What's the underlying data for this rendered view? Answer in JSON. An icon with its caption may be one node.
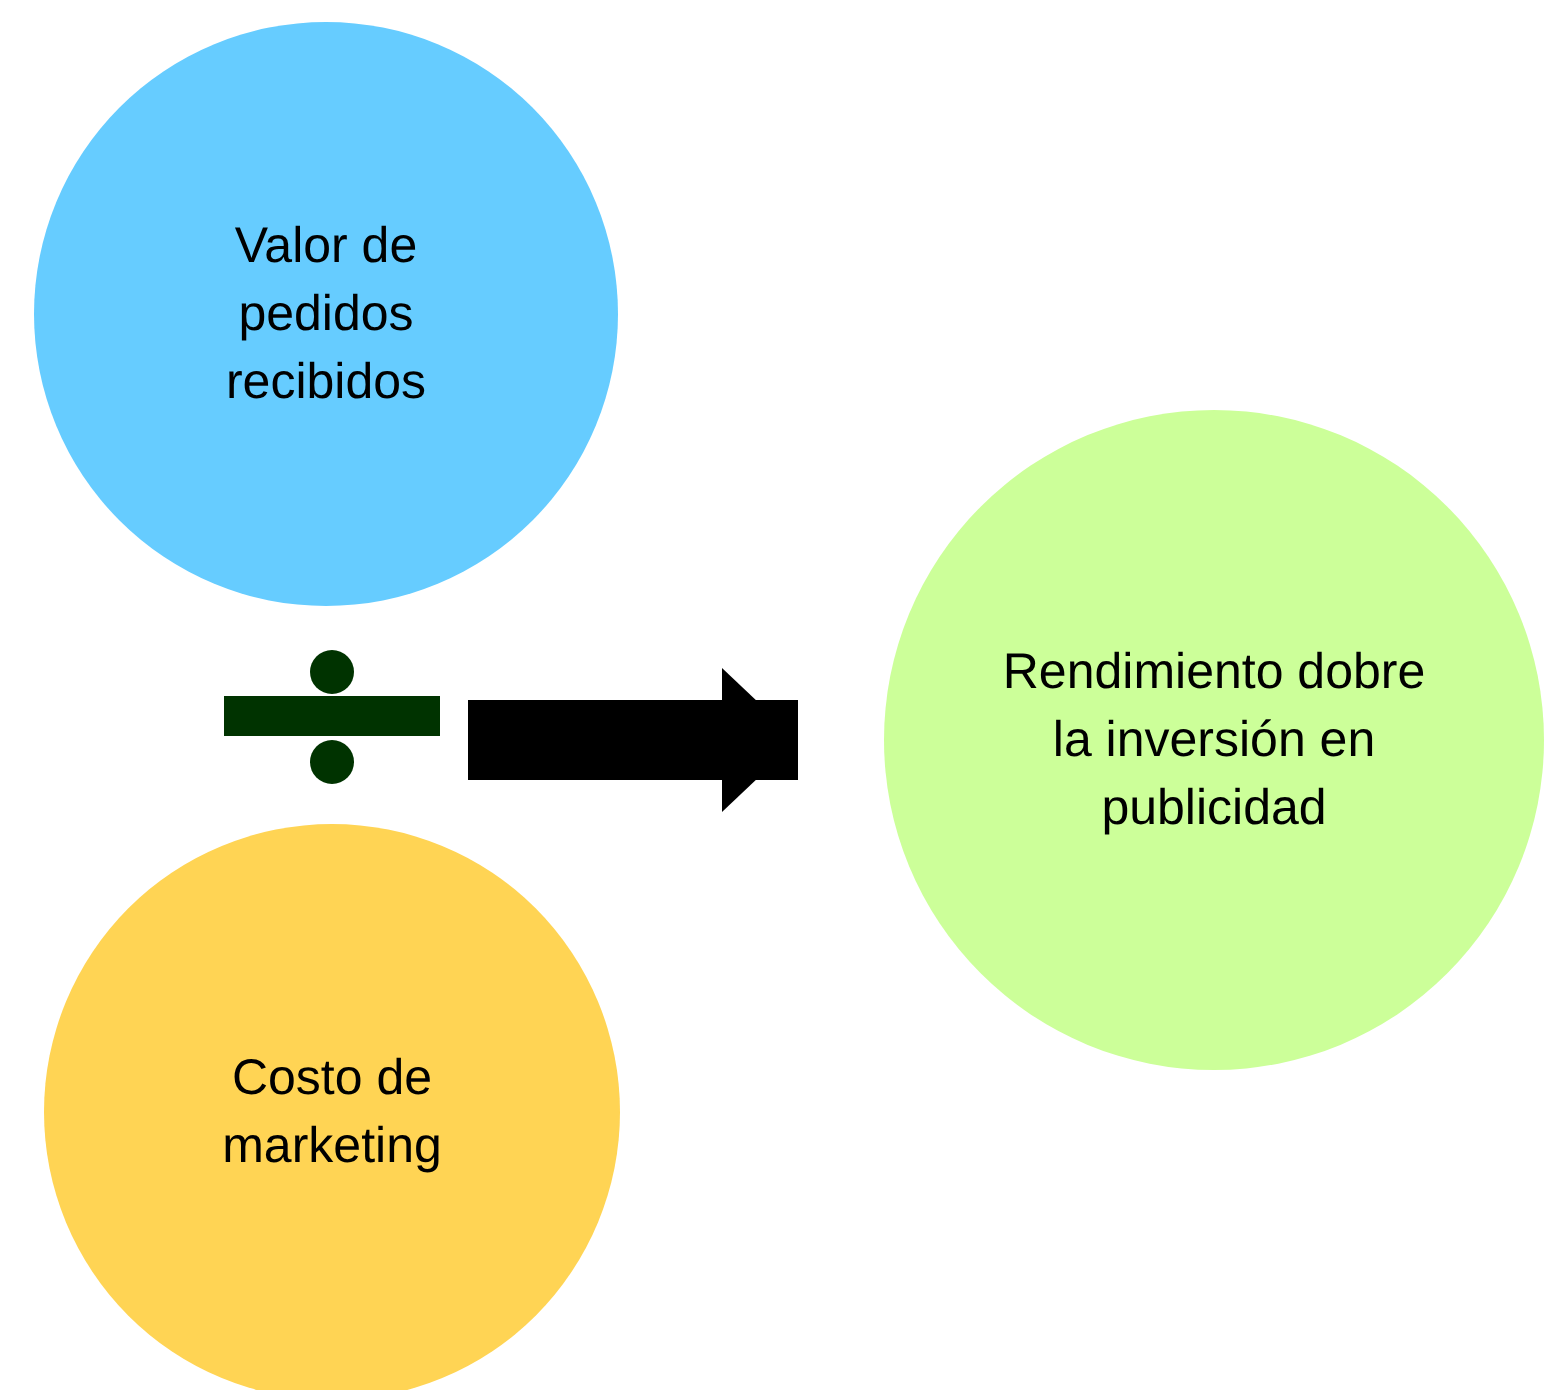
{
  "diagram": {
    "nodes": [
      {
        "text": [
          "Valor de pedidos recibidos"
        ]
      },
      {
        "text": [],
        "shape": "picture"
      },
      {
        "text": [
          "Costo de marketing"
        ]
      },
      {
        "text": [
          "Rendimiento dobre la inversión en publicidad"
        ]
      }
    ],
    "edges": [
      {
        "from": 1,
        "to": 3,
        "arrow": "to"
      }
    ]
  }
}
